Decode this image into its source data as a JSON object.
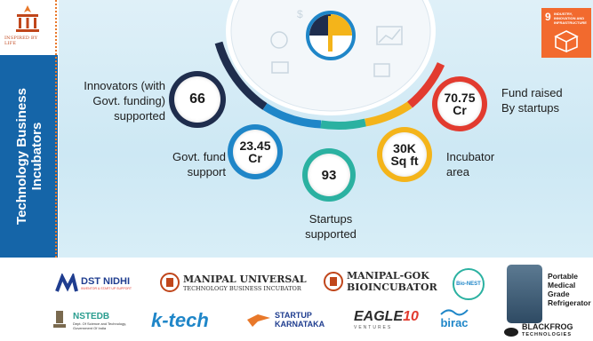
{
  "side": {
    "title_line1": "Technology Business",
    "title_line2": "Incubators",
    "logo_text": "INSPIRED BY LIFE"
  },
  "sdg": {
    "number": "9",
    "text": "INDUSTRY, INNOVATION AND INFRASTRUCTURE"
  },
  "stats": {
    "innovators": {
      "value": "66",
      "label_line1": "Innovators (with",
      "label_line2": "Govt. funding)",
      "label_line3": "supported"
    },
    "govt_fund": {
      "value_line1": "23.45",
      "value_line2": "Cr",
      "label_line1": "Govt. fund",
      "label_line2": "support"
    },
    "startups": {
      "value": "93",
      "label_line1": "Startups",
      "label_line2": "supported"
    },
    "incubator": {
      "value_line1": "30K",
      "value_line2": "Sq ft",
      "label_line1": "Incubator",
      "label_line2": "area"
    },
    "fund_raised": {
      "value_line1": "70.75",
      "value_line2": "Cr",
      "label_line1": "Fund raised",
      "label_line2": "By startups"
    }
  },
  "logos": {
    "dst_nidhi": "DST NIDHI",
    "dst_sub": "INVENTOR & START UP SUPPORT",
    "manipal_univ_1": "MANIPAL UNIVERSAL",
    "manipal_univ_2": "TECHNOLOGY BUSINESS INCUBATOR",
    "manipal_gok_1": "MANIPAL-GOK",
    "manipal_gok_2": "BIOINCUBATOR",
    "bionest": "Bio-NEST",
    "nstedb": "NSTEDB",
    "nstedb_sub1": "Dept. Of Science and Technology,",
    "nstedb_sub2": "Government Of India",
    "ktech": "k-tech",
    "startup_1": "STARTUP",
    "startup_2": "KARNATAKA",
    "eagle": "EAGLE",
    "eagle_num": "10",
    "eagle_sub": "VENTURES",
    "birac": "birac",
    "product_1": "Portable",
    "product_2": "Medical",
    "product_3": "Grade",
    "product_4": "Refrigerator",
    "blackfrog_1": "BLACKFROG",
    "blackfrog_2": "TECHNOLOGIES"
  },
  "colors": {
    "strip": "#1565a8",
    "navy": "#1f2d4d",
    "blue": "#1f86c8",
    "teal": "#2bb1a1",
    "yellow": "#f4b41a",
    "red": "#e23b2f",
    "sdg_orange": "#f26a2e"
  }
}
